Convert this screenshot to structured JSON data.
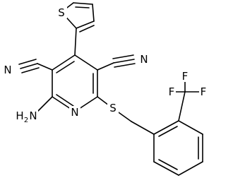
{
  "molecule": {
    "atoms": {
      "s_thiophene": "S",
      "n_nitrile_left": "N",
      "n_nitrile_right": "N",
      "n_pyridine": "N",
      "s_thioether": "S",
      "amine_h": "H",
      "amine_sub": "2",
      "amine_n": "N",
      "f_top_left": "F",
      "f_top_right": "F",
      "f_right": "F"
    }
  },
  "colors": {
    "bond": "#000000",
    "label": "#000000",
    "background": "#ffffff"
  }
}
